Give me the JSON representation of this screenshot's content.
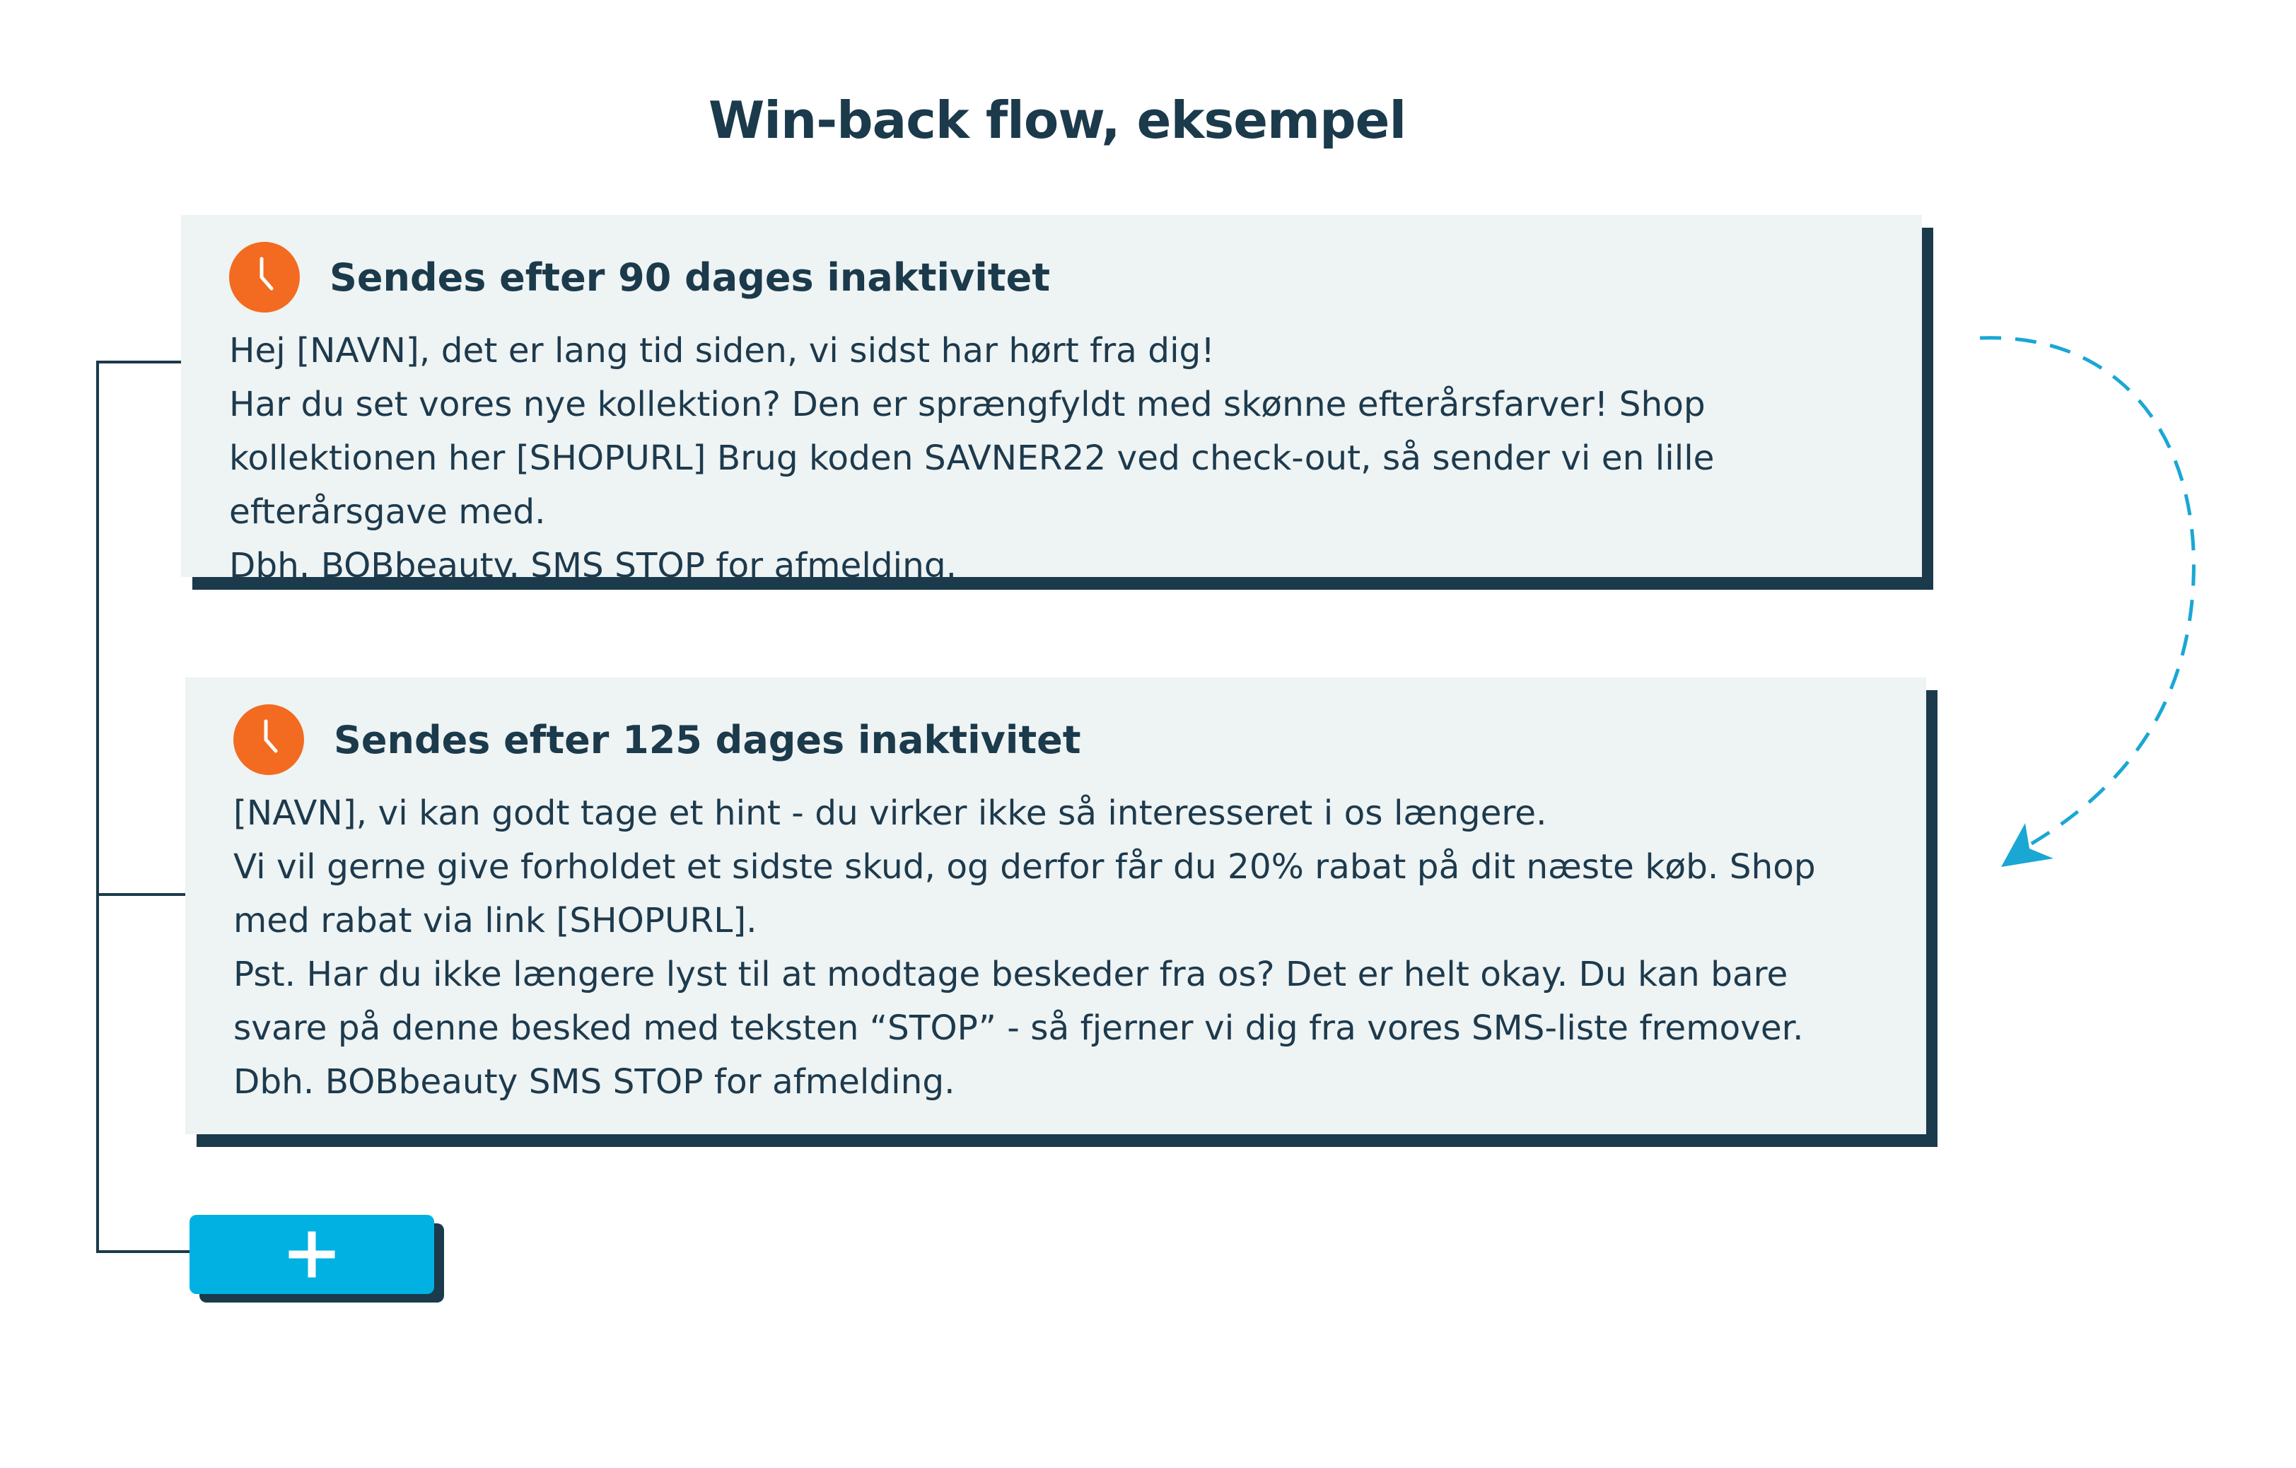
{
  "title": "Win-back flow, eksempel",
  "colors": {
    "navy": "#1b3a4b",
    "card_bg": "#eef3f3",
    "clock": "#f26b21",
    "accent_blue": "#00b1e2",
    "arrow": "#1aa7d4"
  },
  "steps": [
    {
      "icon": "clock-icon",
      "heading": "Sendes efter 90 dages inaktivitet",
      "lines": [
        "Hej [NAVN], det er lang tid siden, vi sidst har hørt fra dig!",
        "Har du set vores nye kollektion? Den er sprængfyldt med skønne efterårsfarver! Shop kollektionen her [SHOPURL] Brug koden SAVNER22 ved check-out, så sender vi en lille efterårsgave med.",
        "Dbh. BOBbeauty. SMS STOP for afmelding."
      ]
    },
    {
      "icon": "clock-icon",
      "heading": "Sendes efter 125 dages inaktivitet",
      "lines": [
        "[NAVN], vi kan godt tage et hint - du virker ikke så interesseret i os længere.",
        "Vi vil gerne give forholdet et sidste skud, og derfor får du 20% rabat på dit næste køb. Shop med rabat via link [SHOPURL].",
        "Pst. Har du ikke længere lyst til at modtage beskeder fra os? Det er helt okay. Du kan bare svare på denne besked med teksten “STOP” - så fjerner vi dig fra vores SMS-liste fremover. Dbh. BOBbeauty SMS STOP for afmelding."
      ]
    }
  ],
  "add_button": {
    "icon": "plus-icon"
  }
}
